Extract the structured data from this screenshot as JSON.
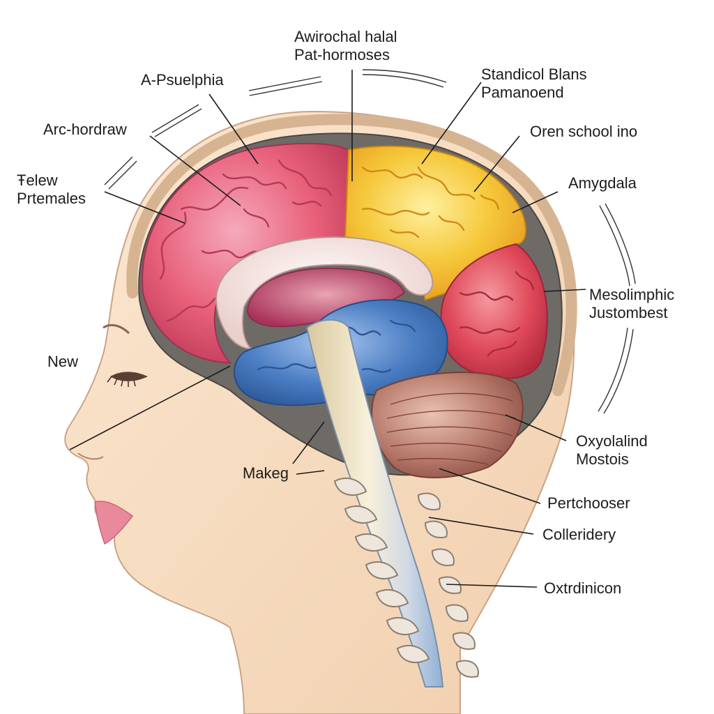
{
  "labels": {
    "top_center": [
      "Awirochal halal",
      "Pat‐hormoses"
    ],
    "top_right": [
      "Standicol Blans",
      "Pamanoend"
    ],
    "a_psuelphia": "A-Psuelphia",
    "arc_hordraw": "Arc‐hordraw",
    "celew": [
      "Ŧelew",
      "Prtemales"
    ],
    "oren_school": "Oren school ino",
    "amygdala": "Amygdala",
    "mesolimphic": [
      "Mesolimphic",
      "Justombest"
    ],
    "new": "New",
    "oxyolalind": [
      "Oxyolalind",
      "Mostois"
    ],
    "makeg": "Makeg",
    "pertchooser": "Pertchooser",
    "colleridery": "Colleridery",
    "oxtrdinicon": "Oxtrdinicon"
  },
  "colors": {
    "frontal_pink": "#e8607a",
    "parietal_yellow": "#f3c530",
    "occipital_red": "#e04a5a",
    "temporal_blue": "#4d7fc4",
    "cerebellum_brown": "#a8685e",
    "skin": "#f6dcc0",
    "skull": "#d9b89a",
    "corpus_callosum": "#f2dcd8"
  }
}
